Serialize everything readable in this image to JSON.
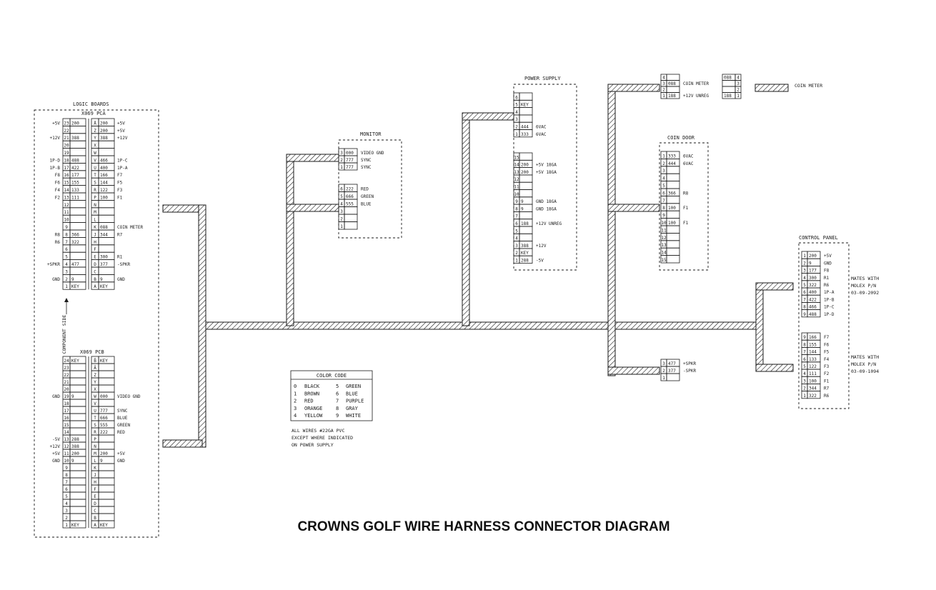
{
  "title": "CROWNS GOLF WIRE HARNESS CONNECTOR DIAGRAM",
  "colors": {
    "ink": "#1a1a1a",
    "paper": "#ffffff"
  },
  "logic": {
    "title": "LOGIC BOARDS",
    "top_label": "X069 PCA",
    "bottom_label": "X069 PCB",
    "component_side": "COMPONENT SIDE",
    "pca_rows": [
      {
        "ll": "+5V",
        "lp": "23",
        "lw": "200",
        "rp": "Ā",
        "rw": "200",
        "rl": "+5V"
      },
      {
        "ll": "",
        "lp": "22",
        "lw": "",
        "rp": "Z",
        "rw": "200",
        "rl": "+5V"
      },
      {
        "ll": "+12V",
        "lp": "21",
        "lw": "388",
        "rp": "Y",
        "rw": "388",
        "rl": "+12V"
      },
      {
        "ll": "",
        "lp": "20",
        "lw": "",
        "rp": "X",
        "rw": "",
        "rl": ""
      },
      {
        "ll": "",
        "lp": "19",
        "lw": "",
        "rp": "W",
        "rw": "",
        "rl": ""
      },
      {
        "ll": "1P-D",
        "lp": "18",
        "lw": "488",
        "rp": "V",
        "rw": "466",
        "rl": "1P-C"
      },
      {
        "ll": "1P-B",
        "lp": "17",
        "lw": "422",
        "rp": "U",
        "rw": "400",
        "rl": "1P-A"
      },
      {
        "ll": "F8",
        "lp": "16",
        "lw": "177",
        "rp": "T",
        "rw": "166",
        "rl": "F7"
      },
      {
        "ll": "F6",
        "lp": "15",
        "lw": "155",
        "rp": "S",
        "rw": "144",
        "rl": "F5"
      },
      {
        "ll": "F4",
        "lp": "14",
        "lw": "133",
        "rp": "R",
        "rw": "122",
        "rl": "F3"
      },
      {
        "ll": "F2",
        "lp": "13",
        "lw": "111",
        "rp": "P",
        "rw": "100",
        "rl": "F1"
      },
      {
        "ll": "",
        "lp": "12",
        "lw": "",
        "rp": "N",
        "rw": "",
        "rl": ""
      },
      {
        "ll": "",
        "lp": "11",
        "lw": "",
        "rp": "M",
        "rw": "",
        "rl": ""
      },
      {
        "ll": "",
        "lp": "10",
        "lw": "",
        "rp": "L",
        "rw": "",
        "rl": ""
      },
      {
        "ll": "",
        "lp": "9",
        "lw": "",
        "rp": "K",
        "rw": "088",
        "rl": "COIN METER"
      },
      {
        "ll": "R8",
        "lp": "8",
        "lw": "366",
        "rp": "J",
        "rw": "344",
        "rl": "R7"
      },
      {
        "ll": "R6",
        "lp": "7",
        "lw": "322",
        "rp": "H",
        "rw": "",
        "rl": ""
      },
      {
        "ll": "",
        "lp": "6",
        "lw": "",
        "rp": "F",
        "rw": "",
        "rl": ""
      },
      {
        "ll": "",
        "lp": "5",
        "lw": "",
        "rp": "E",
        "rw": "300",
        "rl": "R1"
      },
      {
        "ll": "+SPKR",
        "lp": "4",
        "lw": "477",
        "rp": "D",
        "rw": "377",
        "rl": "-SPKR"
      },
      {
        "ll": "",
        "lp": "3",
        "lw": "",
        "rp": "C",
        "rw": "",
        "rl": ""
      },
      {
        "ll": "GND",
        "lp": "2",
        "lw": "9",
        "rp": "B",
        "rw": "9",
        "rl": "GND"
      },
      {
        "ll": "",
        "lp": "1",
        "lw": "KEY",
        "rp": "A",
        "rw": "KEY",
        "rl": ""
      }
    ],
    "pcb_rows": [
      {
        "ll": "",
        "lp": "24",
        "lw": "KEY",
        "rp": "B̄",
        "rw": "KEY",
        "rl": ""
      },
      {
        "ll": "",
        "lp": "23",
        "lw": "",
        "rp": "Ā",
        "rw": "",
        "rl": ""
      },
      {
        "ll": "",
        "lp": "22",
        "lw": "",
        "rp": "Z",
        "rw": "",
        "rl": ""
      },
      {
        "ll": "",
        "lp": "21",
        "lw": "",
        "rp": "Y",
        "rw": "",
        "rl": ""
      },
      {
        "ll": "",
        "lp": "20",
        "lw": "",
        "rp": "X",
        "rw": "",
        "rl": ""
      },
      {
        "ll": "GND",
        "lp": "19",
        "lw": "9",
        "rp": "W",
        "rw": "000",
        "rl": "VIDEO GND"
      },
      {
        "ll": "",
        "lp": "18",
        "lw": "",
        "rp": "V",
        "rw": "",
        "rl": ""
      },
      {
        "ll": "",
        "lp": "17",
        "lw": "",
        "rp": "U",
        "rw": "777",
        "rl": "SYNC"
      },
      {
        "ll": "",
        "lp": "16",
        "lw": "",
        "rp": "T",
        "rw": "666",
        "rl": "BLUE"
      },
      {
        "ll": "",
        "lp": "15",
        "lw": "",
        "rp": "S",
        "rw": "555",
        "rl": "GREEN"
      },
      {
        "ll": "",
        "lp": "14",
        "lw": "",
        "rp": "R",
        "rw": "222",
        "rl": "RED"
      },
      {
        "ll": "-5V",
        "lp": "13",
        "lw": "288",
        "rp": "P",
        "rw": "",
        "rl": ""
      },
      {
        "ll": "+12V",
        "lp": "12",
        "lw": "388",
        "rp": "N",
        "rw": "",
        "rl": ""
      },
      {
        "ll": "+5V",
        "lp": "11",
        "lw": "200",
        "rp": "M",
        "rw": "200",
        "rl": "+5V"
      },
      {
        "ll": "GND",
        "lp": "10",
        "lw": "9",
        "rp": "L",
        "rw": "9",
        "rl": "GND"
      },
      {
        "ll": "",
        "lp": "9",
        "lw": "",
        "rp": "K",
        "rw": "",
        "rl": ""
      },
      {
        "ll": "",
        "lp": "8",
        "lw": "",
        "rp": "J",
        "rw": "",
        "rl": ""
      },
      {
        "ll": "",
        "lp": "7",
        "lw": "",
        "rp": "H",
        "rw": "",
        "rl": ""
      },
      {
        "ll": "",
        "lp": "6",
        "lw": "",
        "rp": "F",
        "rw": "",
        "rl": ""
      },
      {
        "ll": "",
        "lp": "5",
        "lw": "",
        "rp": "E",
        "rw": "",
        "rl": ""
      },
      {
        "ll": "",
        "lp": "4",
        "lw": "",
        "rp": "D",
        "rw": "",
        "rl": ""
      },
      {
        "ll": "",
        "lp": "3",
        "lw": "",
        "rp": "C",
        "rw": "",
        "rl": ""
      },
      {
        "ll": "",
        "lp": "2",
        "lw": "",
        "rp": "B",
        "rw": "",
        "rl": ""
      },
      {
        "ll": "",
        "lp": "1",
        "lw": "KEY",
        "rp": "A",
        "rw": "KEY",
        "rl": ""
      }
    ]
  },
  "monitor": {
    "title": "MONITOR",
    "group1": [
      {
        "pin": "3",
        "wire": "000",
        "label": "VIDEO GND"
      },
      {
        "pin": "2",
        "wire": "777",
        "label": "SYNC"
      },
      {
        "pin": "1",
        "wire": "777",
        "label": "SYNC"
      }
    ],
    "group2": [
      {
        "pin": "6",
        "wire": "222",
        "label": "RED"
      },
      {
        "pin": "5",
        "wire": "666",
        "label": "GREEN"
      },
      {
        "pin": "4",
        "wire": "555",
        "label": "BLUE"
      },
      {
        "pin": "3",
        "wire": "",
        "label": ""
      },
      {
        "pin": "2",
        "wire": "",
        "label": ""
      },
      {
        "pin": "1",
        "wire": "",
        "label": ""
      }
    ]
  },
  "power": {
    "title": "POWER SUPPLY",
    "group1": [
      {
        "pin": "6",
        "wire": "",
        "label": ""
      },
      {
        "pin": "5",
        "wire": "KEY",
        "label": ""
      },
      {
        "pin": "4",
        "wire": "",
        "label": ""
      },
      {
        "pin": "3",
        "wire": "",
        "label": ""
      },
      {
        "pin": "2",
        "wire": "444",
        "label": "6VAC"
      },
      {
        "pin": "1",
        "wire": "333",
        "label": "6VAC"
      }
    ],
    "group2": [
      {
        "pin": "15",
        "wire": "",
        "label": ""
      },
      {
        "pin": "14",
        "wire": "200",
        "label": "+5V 18GA"
      },
      {
        "pin": "13",
        "wire": "200",
        "label": "+5V 18GA"
      },
      {
        "pin": "12",
        "wire": "",
        "label": ""
      },
      {
        "pin": "11",
        "wire": "",
        "label": ""
      },
      {
        "pin": "10",
        "wire": "",
        "label": ""
      },
      {
        "pin": "9",
        "wire": "9",
        "label": "GND 18GA"
      },
      {
        "pin": "8",
        "wire": "9",
        "label": "GND 18GA"
      },
      {
        "pin": "7",
        "wire": "",
        "label": ""
      },
      {
        "pin": "6",
        "wire": "188",
        "label": "+12V UNREG"
      },
      {
        "pin": "5",
        "wire": "",
        "label": ""
      },
      {
        "pin": "4",
        "wire": "",
        "label": ""
      },
      {
        "pin": "3",
        "wire": "388",
        "label": "+12V"
      },
      {
        "pin": "2",
        "wire": "KEY",
        "label": ""
      },
      {
        "pin": "1",
        "wire": "288",
        "label": "-5V"
      }
    ]
  },
  "coin_meter": {
    "label": "COIN METER",
    "left": [
      {
        "pin": "4",
        "wire": "",
        "label": ""
      },
      {
        "pin": "3",
        "wire": "088",
        "label": "COIN METER"
      },
      {
        "pin": "2",
        "wire": "",
        "label": ""
      },
      {
        "pin": "1",
        "wire": "188",
        "label": "+12V UNREG"
      }
    ],
    "right": [
      {
        "wire": "088",
        "pin": "4"
      },
      {
        "wire": "",
        "pin": "3"
      },
      {
        "wire": "",
        "pin": "2"
      },
      {
        "wire": "188",
        "pin": "1"
      }
    ]
  },
  "coin_door": {
    "title": "COIN DOOR",
    "rows": [
      {
        "pin": "1",
        "wire": "333",
        "label": "6VAC"
      },
      {
        "pin": "2",
        "wire": "444",
        "label": "6VAC"
      },
      {
        "pin": "3",
        "wire": "",
        "label": ""
      },
      {
        "pin": "4",
        "wire": "",
        "label": ""
      },
      {
        "pin": "5",
        "wire": "",
        "label": ""
      },
      {
        "pin": "6",
        "wire": "366",
        "label": "R8"
      },
      {
        "pin": "7",
        "wire": "",
        "label": ""
      },
      {
        "pin": "8",
        "wire": "100",
        "label": "F1"
      },
      {
        "pin": "9",
        "wire": "",
        "label": ""
      },
      {
        "pin": "10",
        "wire": "100",
        "label": "F1"
      },
      {
        "pin": "11",
        "wire": "",
        "label": ""
      },
      {
        "pin": "12",
        "wire": "",
        "label": ""
      },
      {
        "pin": "13",
        "wire": "",
        "label": ""
      },
      {
        "pin": "14",
        "wire": "",
        "label": ""
      },
      {
        "pin": "15",
        "wire": "",
        "label": ""
      }
    ]
  },
  "speaker": {
    "rows": [
      {
        "pin": "3",
        "wire": "477",
        "label": "+SPKR"
      },
      {
        "pin": "2",
        "wire": "377",
        "label": "-SPKR"
      },
      {
        "pin": "1",
        "wire": "",
        "label": ""
      }
    ]
  },
  "control": {
    "title": "CONTROL PANEL",
    "group1": [
      {
        "pin": "1",
        "wire": "200",
        "label": "+5V"
      },
      {
        "pin": "2",
        "wire": "9",
        "label": "GND"
      },
      {
        "pin": "3",
        "wire": "177",
        "label": "F8"
      },
      {
        "pin": "4",
        "wire": "300",
        "label": "R1"
      },
      {
        "pin": "5",
        "wire": "322",
        "label": "R6"
      },
      {
        "pin": "6",
        "wire": "400",
        "label": "1P-A"
      },
      {
        "pin": "7",
        "wire": "422",
        "label": "1P-B"
      },
      {
        "pin": "8",
        "wire": "466",
        "label": "1P-C"
      },
      {
        "pin": "9",
        "wire": "488",
        "label": "1P-D"
      }
    ],
    "group2": [
      {
        "pin": "9",
        "wire": "166",
        "label": "F7"
      },
      {
        "pin": "8",
        "wire": "155",
        "label": "F6"
      },
      {
        "pin": "7",
        "wire": "144",
        "label": "F5"
      },
      {
        "pin": "6",
        "wire": "133",
        "label": "F4"
      },
      {
        "pin": "5",
        "wire": "122",
        "label": "F3"
      },
      {
        "pin": "4",
        "wire": "111",
        "label": "F2"
      },
      {
        "pin": "3",
        "wire": "100",
        "label": "F1"
      },
      {
        "pin": "2",
        "wire": "344",
        "label": "R7"
      },
      {
        "pin": "1",
        "wire": "322",
        "label": "R6"
      }
    ],
    "mates1": [
      "MATES WITH",
      "MOLEX P/N",
      "03-09-2092"
    ],
    "mates2": [
      "MATES WITH",
      "MOLEX P/N",
      "03-09-1094"
    ]
  },
  "color_code": {
    "title": "COLOR CODE",
    "left": [
      {
        "n": "0",
        "c": "BLACK"
      },
      {
        "n": "1",
        "c": "BROWN"
      },
      {
        "n": "2",
        "c": "RED"
      },
      {
        "n": "3",
        "c": "ORANGE"
      },
      {
        "n": "4",
        "c": "YELLOW"
      }
    ],
    "right": [
      {
        "n": "5",
        "c": "GREEN"
      },
      {
        "n": "6",
        "c": "BLUE"
      },
      {
        "n": "7",
        "c": "PURPLE"
      },
      {
        "n": "8",
        "c": "GRAY"
      },
      {
        "n": "9",
        "c": "WHITE"
      }
    ],
    "note": [
      "ALL WIRES #22GA PVC",
      "EXCEPT WHERE INDICATED",
      "ON POWER SUPPLY"
    ]
  }
}
